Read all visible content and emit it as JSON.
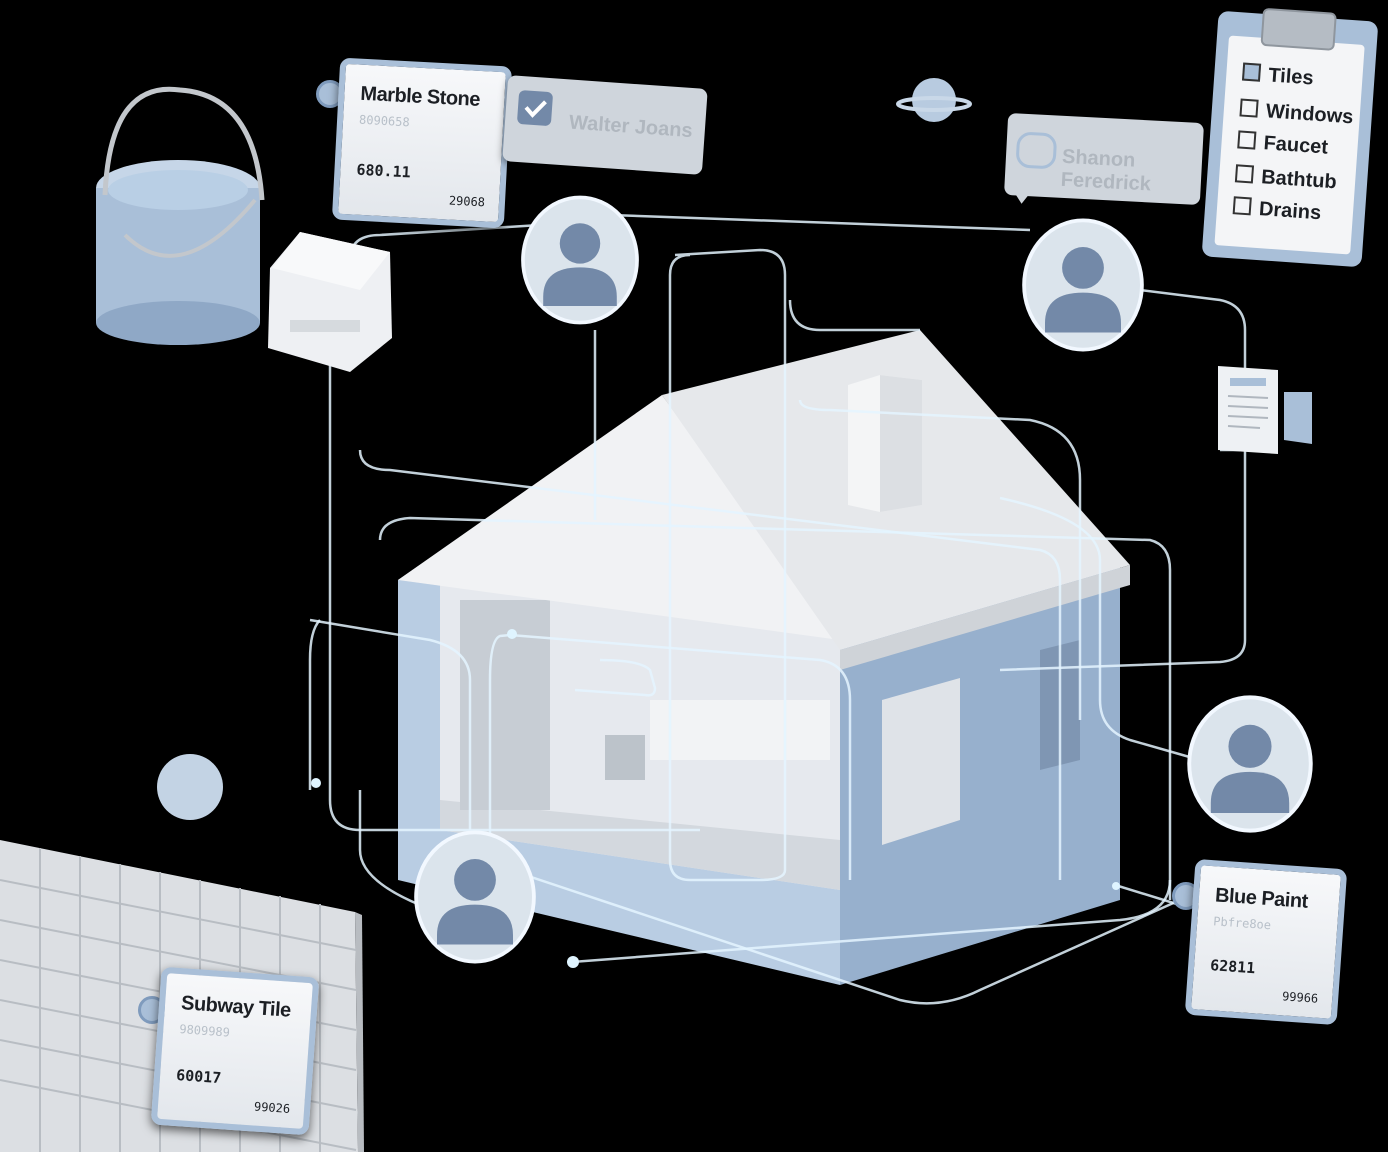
{
  "materials": [
    {
      "name": "Marble Stone",
      "sub": "8090658",
      "code": "680.11",
      "num": "29068"
    },
    {
      "name": "Blue Paint",
      "sub": "Pbfre8oe",
      "code": "62811",
      "num": "99966"
    },
    {
      "name": "Subway Tile",
      "sub": "9809989",
      "code": "60017",
      "num": "99026"
    }
  ],
  "people": {
    "walter": "Walter Joans",
    "shanon": "Shanon Feredrick"
  },
  "checklist": {
    "items": [
      {
        "label": "Tiles",
        "checked": true
      },
      {
        "label": "Windows",
        "checked": false
      },
      {
        "label": "Faucet",
        "checked": false
      },
      {
        "label": "Bathtub",
        "checked": false
      },
      {
        "label": "Drains",
        "checked": false
      }
    ]
  },
  "icons": [
    "checkmark-icon",
    "chat-bubble-icon",
    "person-icon",
    "paint-bucket-icon",
    "planet-icon",
    "document-icon"
  ],
  "colors": {
    "accent": "#a9bfd8",
    "accent_dark": "#7f9bbd",
    "wall": "#a9bfd8",
    "roof": "#eef0f3",
    "line": "#dff4ff"
  }
}
